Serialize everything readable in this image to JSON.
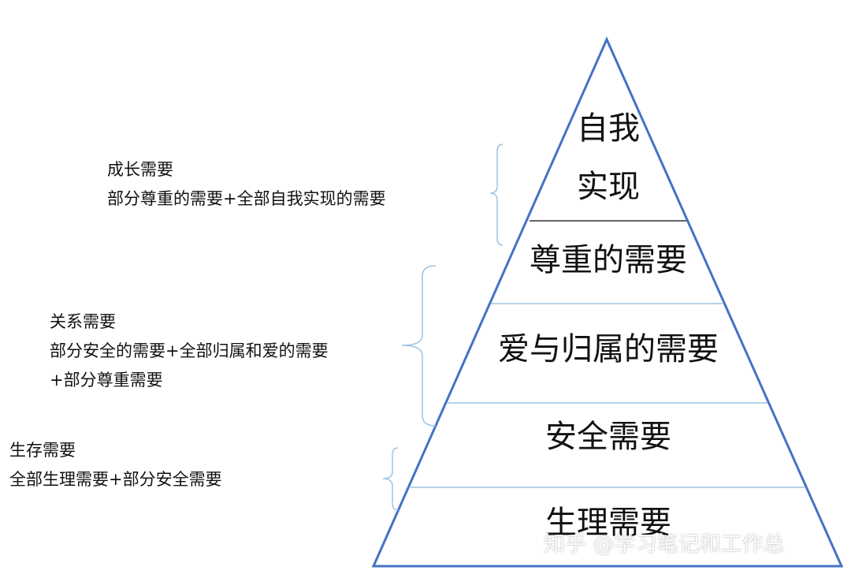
{
  "colors": {
    "pyramid_outline": "#4472c4",
    "divider_top": "#333333",
    "divider": "#9dc3e6",
    "brace": "#9dc3e6",
    "text": "#111111"
  },
  "pyramid": {
    "layers": [
      {
        "id": "self-actualization",
        "lines": [
          "自我",
          "实现"
        ]
      },
      {
        "id": "esteem",
        "lines": [
          "尊重的需要"
        ]
      },
      {
        "id": "love-belonging",
        "lines": [
          "爱与归属的需要"
        ]
      },
      {
        "id": "safety",
        "lines": [
          "安全需要"
        ]
      },
      {
        "id": "physiological",
        "lines": [
          "生理需要"
        ]
      }
    ]
  },
  "groups": [
    {
      "id": "growth",
      "title": "成长需要",
      "lines": [
        "部分尊重的需要+全部自我实现的需要"
      ]
    },
    {
      "id": "relationship",
      "title": "关系需要",
      "lines": [
        "部分安全的需要+全部归属和爱的需要",
        "+部分尊重需要"
      ]
    },
    {
      "id": "existence",
      "title": "生存需要",
      "lines": [
        "全部生理需要+部分安全需要"
      ]
    }
  ],
  "watermark": "知乎 @学习笔记和工作总"
}
